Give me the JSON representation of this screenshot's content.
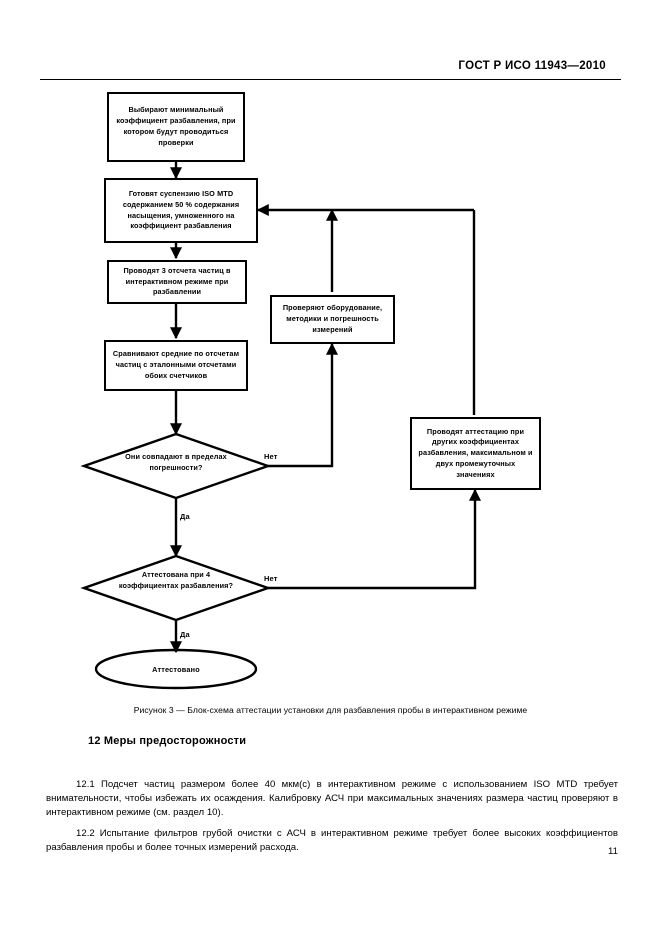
{
  "header": {
    "standard_title": "ГОСТ Р ИСО 11943—2010"
  },
  "flowchart": {
    "boxes": [
      {
        "id": "box-select-dilution-ratio",
        "text": "Выбирают минимальный коэффициент разбавления, при котором будут проводиться проверки"
      },
      {
        "id": "box-prepare-suspension",
        "text": "Готовят суспензию ISO MTD содержанием 50 % содержания насыщения, умноженного на коэффициент разбавления"
      },
      {
        "id": "box-three-counts",
        "text": "Проводят 3 отсчета частиц в интерактивном режиме при разбавлении"
      },
      {
        "id": "box-compare-averages",
        "text": "Сравнивают средние по отсчетам частиц с эталонными отсчетами обоих счетчиков"
      },
      {
        "id": "box-check-equipment",
        "text": "Проверяют оборудование, методики и погрешность измерений"
      },
      {
        "id": "box-other-ratios",
        "text": "Проводят аттестацию при других коэффициентах разбавления, максимальном и двух промежуточных значениях"
      }
    ],
    "decisions": [
      {
        "id": "decision-within-tolerance",
        "text": "Они совпадают в пределах погрешности?"
      },
      {
        "id": "decision-four-ratios",
        "text": "Аттестована при 4 коэффициентах разбавления?"
      }
    ],
    "terminator": {
      "id": "terminator-qualified",
      "text": "Аттестовано"
    },
    "edge_labels": {
      "no_1": "Нет",
      "yes_1": "Да",
      "no_2": "Нет",
      "yes_2": "Да"
    }
  },
  "caption": {
    "text": "Рисунок 3 — Блок-схема аттестации установки для разбавления пробы в интерактивном режиме"
  },
  "section": {
    "heading": "12  Меры предосторожности",
    "paragraphs": [
      "12.1  Подсчет частиц размером более 40 мкм(с) в интерактивном режиме с использованием ISO MTD требует внимательности, чтобы избежать их осаждения. Калибровку АСЧ при максимальных значениях размера частиц проверяют в интерактивном режиме (см. раздел 10).",
      "12.2  Испытание фильтров грубой очистки с АСЧ в интерактивном режиме требует более высоких коэффициентов разбавления пробы и более точных измерений расхода."
    ]
  },
  "footer": {
    "page_number": "11"
  }
}
